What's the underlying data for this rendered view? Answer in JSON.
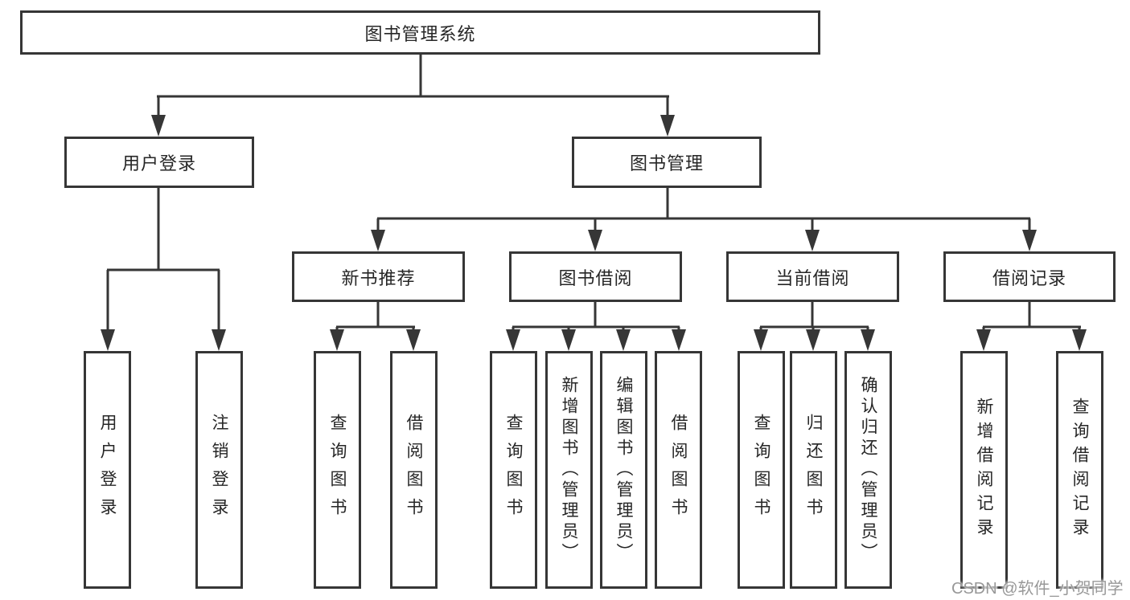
{
  "diagram": {
    "root": {
      "label": "图书管理系统",
      "children": [
        {
          "label": "用户登录",
          "children": [
            {
              "label": "用户登录"
            },
            {
              "label": "注销登录"
            }
          ]
        },
        {
          "label": "图书管理",
          "children": [
            {
              "label": "新书推荐",
              "children": [
                {
                  "label": "查询图书"
                },
                {
                  "label": "借阅图书"
                }
              ]
            },
            {
              "label": "图书借阅",
              "children": [
                {
                  "label": "查询图书"
                },
                {
                  "label": "新增图书（管理员）"
                },
                {
                  "label": "编辑图书（管理员）"
                },
                {
                  "label": "借阅图书"
                }
              ]
            },
            {
              "label": "当前借阅",
              "children": [
                {
                  "label": "查询图书"
                },
                {
                  "label": "归还图书"
                },
                {
                  "label": "确认归还（管理员）"
                }
              ]
            },
            {
              "label": "借阅记录",
              "children": [
                {
                  "label": "新增借阅记录"
                },
                {
                  "label": "查询借阅记录"
                }
              ]
            }
          ]
        }
      ]
    }
  },
  "watermark": {
    "text": "CSDN @软件_小贺同学"
  },
  "colors": {
    "line": "#363636",
    "box_border": "#363636",
    "box_fill": "#ffffff",
    "text": "#262626",
    "watermark": "#949494"
  }
}
